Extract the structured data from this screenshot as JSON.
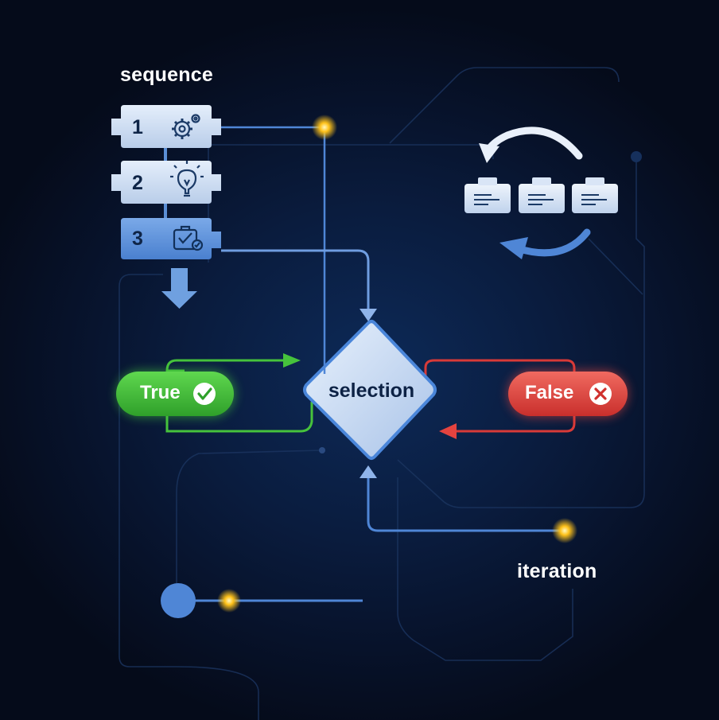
{
  "labels": {
    "sequence": "sequence",
    "selection": "selection",
    "iteration": "iteration"
  },
  "sequence_steps": [
    {
      "number": "1",
      "icon": "gears-icon"
    },
    {
      "number": "2",
      "icon": "lightbulb-icon"
    },
    {
      "number": "3",
      "icon": "clipboard-check-icon"
    }
  ],
  "branches": {
    "true_label": "True",
    "true_icon": "checkmark-icon",
    "false_label": "False",
    "false_icon": "cross-icon"
  },
  "iteration_cards": [
    "card-icon",
    "card-icon",
    "card-icon"
  ],
  "colors": {
    "background": "#07122a",
    "flow_line": "#4f86d6",
    "true_green": "#3fbf3a",
    "false_red": "#e0423e",
    "glow_dot": "#ffc21a",
    "block_light": "#cfe0f5",
    "block_blue": "#5b93dc"
  }
}
